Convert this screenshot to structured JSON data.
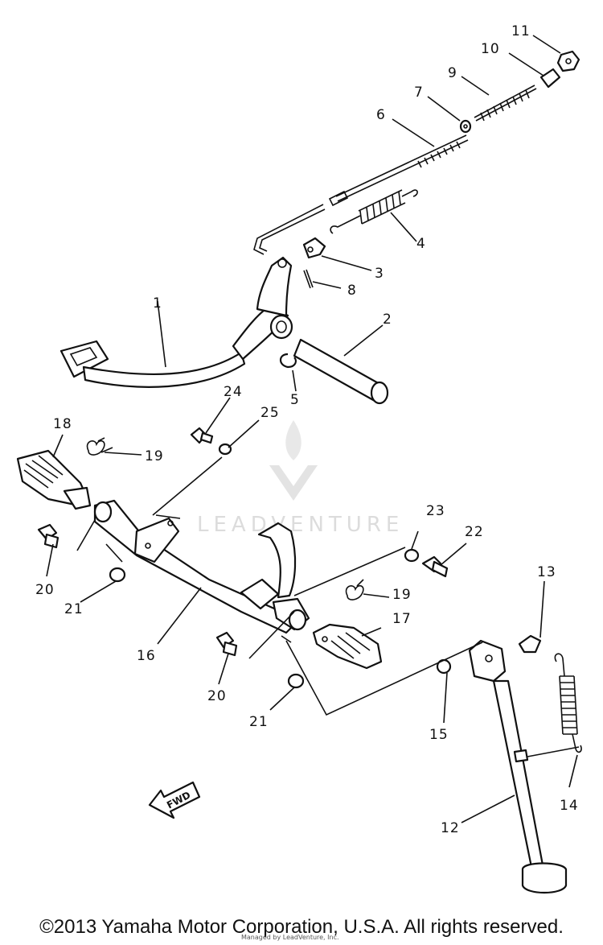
{
  "watermark": {
    "brand": "LEADVENTURE"
  },
  "arrow_label": "FWD",
  "footer": {
    "copyright": "©2013 Yamaha Motor Corporation, U.S.A. All rights reserved.",
    "credit": "Managed by LeadVenture, Inc."
  },
  "callouts": [
    {
      "id": "11",
      "label": "11"
    },
    {
      "id": "10",
      "label": "10"
    },
    {
      "id": "9",
      "label": "9"
    },
    {
      "id": "7",
      "label": "7"
    },
    {
      "id": "6",
      "label": "6"
    },
    {
      "id": "4",
      "label": "4"
    },
    {
      "id": "3",
      "label": "3"
    },
    {
      "id": "8",
      "label": "8"
    },
    {
      "id": "1",
      "label": "1"
    },
    {
      "id": "2",
      "label": "2"
    },
    {
      "id": "5",
      "label": "5"
    },
    {
      "id": "24",
      "label": "24"
    },
    {
      "id": "25",
      "label": "25"
    },
    {
      "id": "18",
      "label": "18"
    },
    {
      "id": "19a",
      "label": "19"
    },
    {
      "id": "23",
      "label": "23"
    },
    {
      "id": "22",
      "label": "22"
    },
    {
      "id": "13",
      "label": "13"
    },
    {
      "id": "20a",
      "label": "20"
    },
    {
      "id": "21a",
      "label": "21"
    },
    {
      "id": "19b",
      "label": "19"
    },
    {
      "id": "17",
      "label": "17"
    },
    {
      "id": "16",
      "label": "16"
    },
    {
      "id": "20b",
      "label": "20"
    },
    {
      "id": "21b",
      "label": "21"
    },
    {
      "id": "15",
      "label": "15"
    },
    {
      "id": "14",
      "label": "14"
    },
    {
      "id": "12",
      "label": "12"
    }
  ]
}
